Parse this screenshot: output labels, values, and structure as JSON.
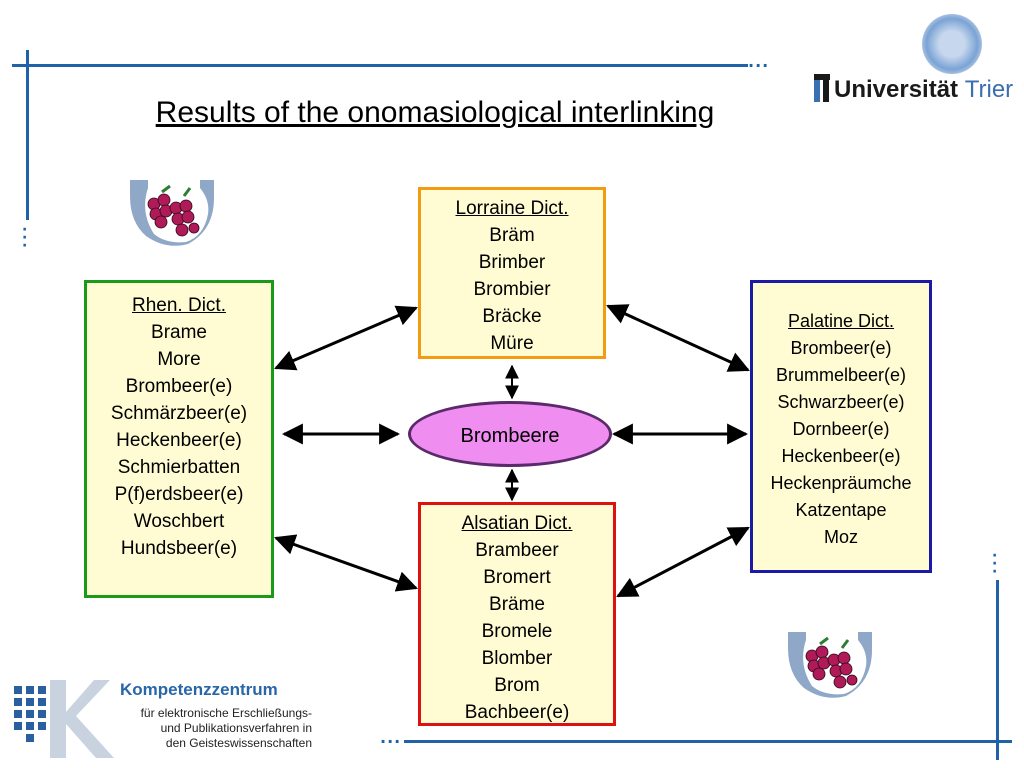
{
  "title": "Results of the onomasiological interlinking",
  "logo_top": {
    "name": "Universität",
    "city": "Trier"
  },
  "logo_bottom": {
    "title": "Kompetenzzentrum",
    "lines": [
      "für elektronische Erschließungs-",
      "und  Publikationsverfahren in",
      "den Geisteswissenschaften"
    ]
  },
  "center": {
    "label": "Brombeere"
  },
  "dictionaries": {
    "lorraine": {
      "name": "Lorraine Dict.",
      "words": [
        "Bräm",
        "Brimber",
        "Brombier",
        "Bräcke",
        "Müre"
      ],
      "border_color": "#f39c12"
    },
    "rhen": {
      "name": "Rhen. Dict.",
      "words": [
        "Brame",
        "More",
        "Brombeer(e)",
        "Schmärzbeer(e)",
        "Heckenbeer(e)",
        "Schmierbatten",
        "P(f)erdsbeer(e)",
        "Woschbert",
        "Hundsbeer(e)"
      ],
      "border_color": "#1a9a1a"
    },
    "palatine": {
      "name": "Palatine Dict.",
      "words": [
        "Brombeer(e)",
        "Brummelbeer(e)",
        "Schwarzbeer(e)",
        "Dornbeer(e)",
        "Heckenbeer(e)",
        "Heckenpräumche",
        "Katzentape",
        "Moz"
      ],
      "border_color": "#1a1aa6"
    },
    "alsatian": {
      "name": "Alsatian Dict.",
      "words": [
        "Brambeer",
        "Bromert",
        "Bräme",
        "Bromele",
        "Blomber",
        "Brom",
        "Bachbeer(e)"
      ],
      "border_color": "#dd1111"
    }
  },
  "colors": {
    "frame": "#1f62a8",
    "box_fill": "#fffbd2",
    "center_fill": "#ef8df0"
  }
}
